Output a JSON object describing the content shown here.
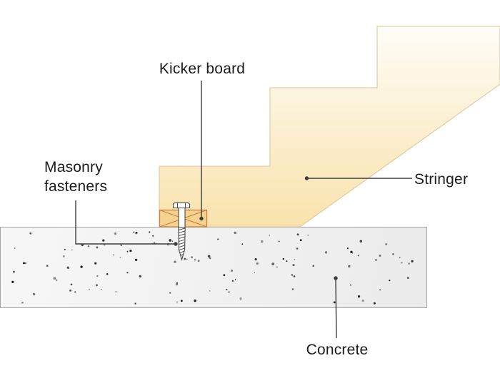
{
  "diagram": {
    "type": "construction-detail",
    "subject": "Stair stringer attachment to concrete with kicker board",
    "labels": {
      "kicker_board": "Kicker board",
      "masonry_fasteners": "Masonry\nfasteners",
      "stringer": "Stringer",
      "concrete": "Concrete"
    },
    "parts": [
      "kicker-board",
      "masonry-fastener",
      "stringer",
      "concrete-slab"
    ],
    "colors": {
      "text": "#1c1c1c",
      "leader": "#3d3d3d",
      "stringer_top": "#fffdf7",
      "stringer_bottom": "#f9e2ac",
      "stringer_stroke": "#d9c499",
      "kicker_fill": "#f6d291",
      "kicker_stroke": "#c8813f",
      "concrete_fill": "#ebebeb",
      "concrete_fill_light": "#f7f7f7",
      "concrete_stroke": "#a5a5a5",
      "speckle": "#161616",
      "fastener_fill": "#ffffff",
      "fastener_stroke": "#4a4a4a"
    }
  }
}
